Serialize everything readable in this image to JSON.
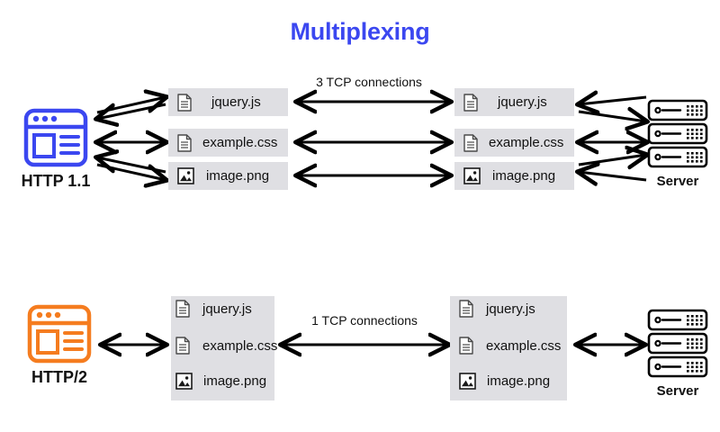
{
  "title": "Multiplexing",
  "colors": {
    "title": "#3b47f0",
    "http11_accent": "#3b47f0",
    "http2_accent": "#f57c1f",
    "chip_bg": "#dfdfe3",
    "ink": "#111111",
    "page_bg": "#ffffff"
  },
  "sections": [
    {
      "id": "http11",
      "client_label": "HTTP 1.1",
      "client_icon": "browser-window-icon",
      "server_label": "Server",
      "server_icon": "server-rack-icon",
      "connection_label": "3 TCP connections",
      "client_files": [
        {
          "name": "jquery.js",
          "icon": "document-file-icon"
        },
        {
          "name": "example.css",
          "icon": "document-file-icon"
        },
        {
          "name": "image.png",
          "icon": "image-file-icon"
        }
      ],
      "server_files": [
        {
          "name": "jquery.js",
          "icon": "document-file-icon"
        },
        {
          "name": "example.css",
          "icon": "document-file-icon"
        },
        {
          "name": "image.png",
          "icon": "image-file-icon"
        }
      ]
    },
    {
      "id": "http2",
      "client_label": "HTTP/2",
      "client_icon": "browser-window-icon",
      "server_label": "Server",
      "server_icon": "server-rack-icon",
      "connection_label": "1 TCP connections",
      "client_files": [
        {
          "name": "jquery.js",
          "icon": "document-file-icon"
        },
        {
          "name": "example.css",
          "icon": "document-file-icon"
        },
        {
          "name": "image.png",
          "icon": "image-file-icon"
        }
      ],
      "server_files": [
        {
          "name": "jquery.js",
          "icon": "document-file-icon"
        },
        {
          "name": "example.css",
          "icon": "document-file-icon"
        },
        {
          "name": "image.png",
          "icon": "image-file-icon"
        }
      ]
    }
  ]
}
